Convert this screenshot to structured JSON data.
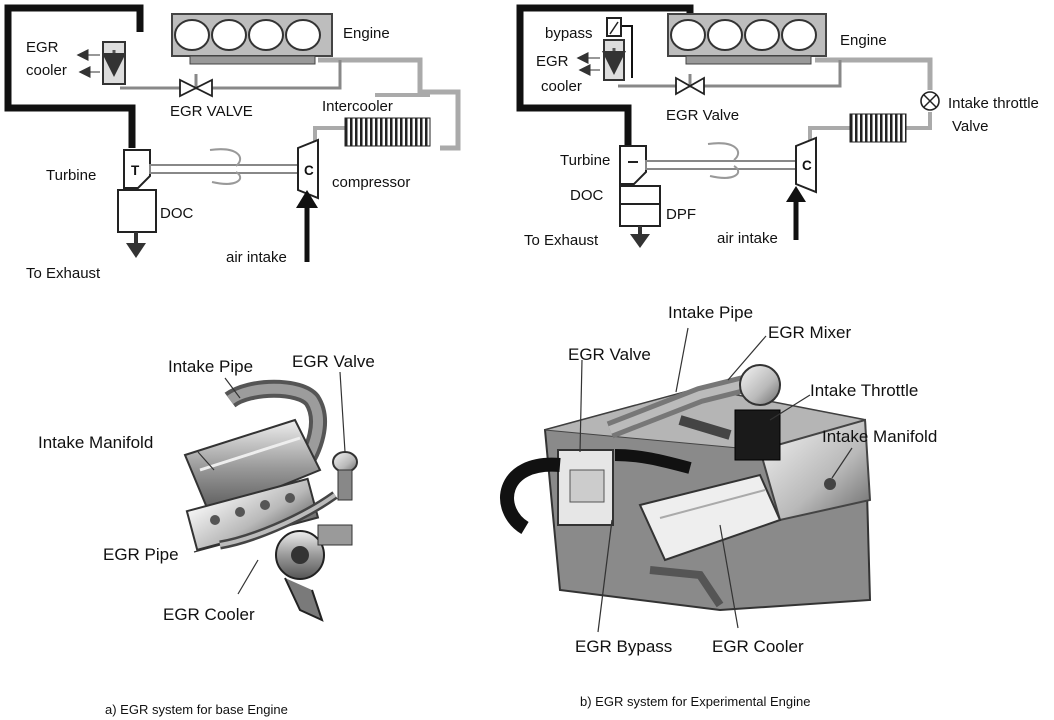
{
  "schematic_a": {
    "egr_cooler": "EGR\ncooler",
    "egr_line1": "EGR",
    "egr_line2": "cooler",
    "engine": "Engine",
    "egr_valve": "EGR VALVE",
    "intercooler": "Intercooler",
    "turbine": "Turbine",
    "turbine_symbol": "T",
    "compressor": "compressor",
    "compressor_symbol": "C",
    "doc": "DOC",
    "to_exhaust": "To Exhaust",
    "air_intake": "air intake"
  },
  "schematic_b": {
    "bypass": "bypass",
    "egr_line1": "EGR",
    "egr_line2": "cooler",
    "engine": "Engine",
    "egr_valve": "EGR Valve",
    "intake_throttle_line1": "Intake throttle",
    "intake_throttle_line2": "Valve",
    "turbine": "Turbine",
    "compressor_symbol": "C",
    "doc": "DOC",
    "dpf": "DPF",
    "to_exhaust": "To Exhaust",
    "air_intake": "air intake"
  },
  "photo_a": {
    "intake_pipe": "Intake Pipe",
    "egr_valve": "EGR Valve",
    "intake_manifold": "Intake Manifold",
    "egr_pipe": "EGR Pipe",
    "egr_cooler": "EGR Cooler"
  },
  "photo_b": {
    "intake_pipe": "Intake Pipe",
    "egr_mixer": "EGR Mixer",
    "egr_valve": "EGR Valve",
    "intake_throttle": "Intake Throttle",
    "intake_manifold": "Intake Manifold",
    "egr_bypass": "EGR Bypass",
    "egr_cooler": "EGR Cooler"
  },
  "captions": {
    "a": "a) EGR system for base Engine",
    "b": "b) EGR system for Experimental Engine"
  }
}
